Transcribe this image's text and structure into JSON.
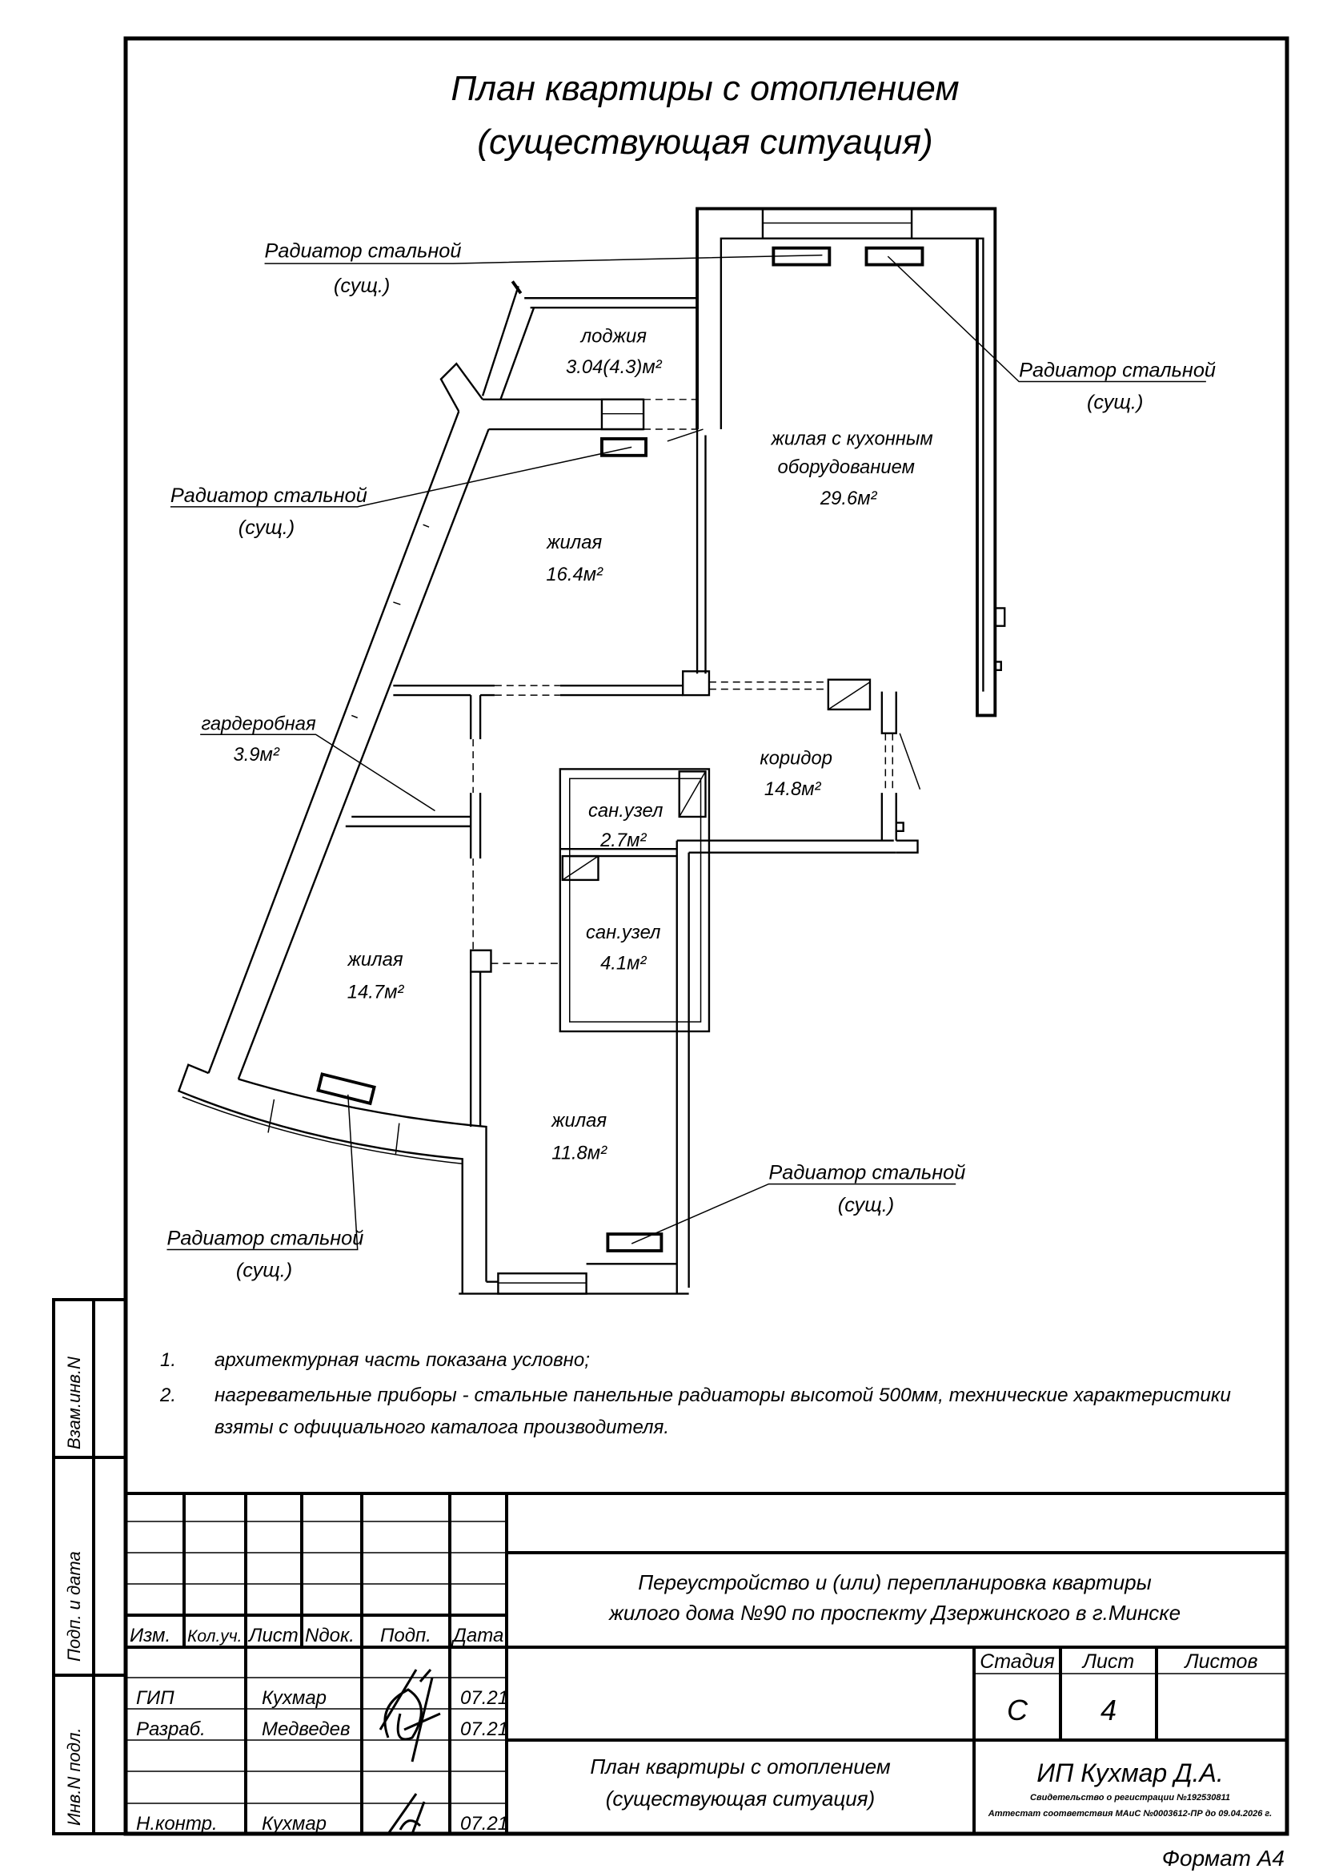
{
  "title": {
    "line1": "План квартиры с отоплением",
    "line2": "(существующая ситуация)"
  },
  "radiator_label": {
    "name": "Радиатор стальной",
    "status": "(сущ.)"
  },
  "rooms": [
    {
      "name": "лоджия",
      "area": "3.04(4.3)м²"
    },
    {
      "name": "жилая с кухонным",
      "name2": "оборудованием",
      "area": "29.6м²"
    },
    {
      "name": "жилая",
      "area": "16.4м²"
    },
    {
      "name": "гардеробная",
      "area": "3.9м²"
    },
    {
      "name": "коридор",
      "area": "14.8м²"
    },
    {
      "name": "сан.узел",
      "area": "2.7м²"
    },
    {
      "name": "сан.узел",
      "area": "4.1м²"
    },
    {
      "name": "жилая",
      "area": "14.7м²"
    },
    {
      "name": "жилая",
      "area": "11.8м²"
    }
  ],
  "notes": [
    {
      "num": "1.",
      "text": "архитектурная часть показана условно;"
    },
    {
      "num": "2.",
      "text": "нагревательные приборы - стальные панельные радиаторы высотой 500мм, технические характеристики",
      "text2": "взяты с официального каталога производителя."
    }
  ],
  "side_stamp": {
    "replace": "Взам.инв.N",
    "sign_date": "Подп. и дата",
    "inv": "Инв.N подл."
  },
  "title_block": {
    "headers": [
      "Изм.",
      "Кол.уч.",
      "Лист",
      "Nдок.",
      "Подп.",
      "Дата"
    ],
    "people": [
      {
        "role": "ГИП",
        "name": "Кухмар",
        "date": "07.21"
      },
      {
        "role": "Разраб.",
        "name": "Медведев",
        "date": "07.21"
      },
      {
        "role": "Н.контр.",
        "name": "Кухмар",
        "date": "07.21"
      }
    ],
    "project_line1": "Переустройство и (или) перепланировка квартиры",
    "project_line2": "жилого дома №90 по проспекту Дзержинского в г.Минске",
    "stage_header": "Стадия",
    "sheet_header": "Лист",
    "sheets_header": "Листов",
    "stage": "С",
    "sheet": "4",
    "drawing_line1": "План квартиры с отоплением",
    "drawing_line2": "(существующая ситуация)",
    "company": "ИП Кухмар Д.А.",
    "registration": "Свидетельство о регистрации №192530811",
    "certificate": "Аттестат соответствия МАиС №0003612-ПР до 09.04.2026 г."
  },
  "format": "Формат А4"
}
